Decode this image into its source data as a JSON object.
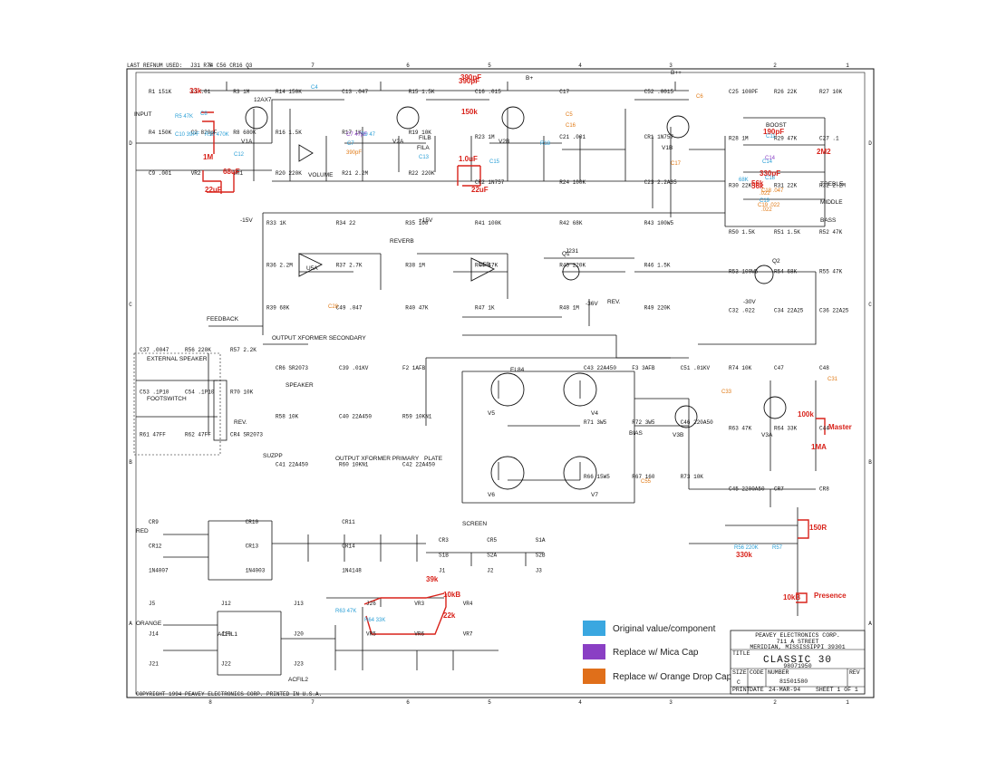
{
  "header": {
    "refnum": "LAST REFNUM USED:",
    "refvals": "J31 R74 C56 CR16 Q3"
  },
  "grid": {
    "cols": [
      "8",
      "7",
      "6",
      "5",
      "4",
      "3",
      "2",
      "1"
    ],
    "rows": [
      "D",
      "C",
      "B",
      "A"
    ]
  },
  "tubes": [
    "V1A",
    "V2A",
    "V2B",
    "V1B",
    "V3B",
    "V3A",
    "V4",
    "V5",
    "V6",
    "V7",
    "U5A",
    "U5B",
    "Q1",
    "Q2",
    "12AX7",
    "EL84",
    "J231"
  ],
  "component_labels": [
    "R1 151K",
    "C1 .01",
    "R3 1M",
    "R4 150K",
    "C2 820pF",
    "R8 680K",
    "C9 .001",
    "VR2",
    "VR1",
    "R14 150K",
    "C13 .047",
    "R15 1.5K",
    "R16 1.5K",
    "R17 1K",
    "R19 10K",
    "R20 220K",
    "R21 2.2M",
    "R22 220K",
    "C16 .015",
    "C17",
    "C52 .0015",
    "R23 1M",
    "C21 .001",
    "CR1 1N757",
    "CR2 1N757",
    "R24 100K",
    "C23 2.2A35",
    "C25 100PF",
    "R26 22K",
    "R27 10K",
    "R28 1M",
    "R29 47K",
    "C27 .1",
    "R30 22K",
    "R31 22K",
    "R32 2.2M",
    "R33 1K",
    "R34 22",
    "R35 100",
    "R36 2.2M",
    "R37 2.7K",
    "R38 1M",
    "R39 68K",
    "C49 .047",
    "R40 47K",
    "R41 100K",
    "R42 68K",
    "R43 100W5",
    "R44 47K",
    "R45 220K",
    "R46 1.5K",
    "R47 1K",
    "R48 1M",
    "R49 220K",
    "R50 1.5K",
    "R51 1.5K",
    "R52 47K",
    "R53 100W5",
    "R54 68K",
    "R55 47K",
    "C32 .022",
    "C34 22A25",
    "C36 22A25",
    "C37 .0047",
    "R56 220K",
    "R57 2.2K",
    "C53 .1P10",
    "C54 .1P10",
    "R70 10K",
    "R61 47FF",
    "R62 47FF",
    "CR4 SR2073",
    "CR6 SR2073",
    "C39 .01KV",
    "F2 1AFB",
    "R58 10K",
    "C40 22A450",
    "R59 10KN1",
    "C41 22A450",
    "R60 10KN1",
    "C42 22A450",
    "C43 22A450",
    "F3 3AFB",
    "C51 .01KV",
    "R71 3W5",
    "R72 3W5",
    "C46 220A50",
    "R66 15W5",
    "R67 160",
    "R73 10K",
    "R74 10K",
    "C47",
    "C48",
    "R63 47K",
    "R64 33K",
    "C44",
    "C45 2200A50",
    "CR7",
    "CR8",
    "CR9",
    "CR10",
    "CR11",
    "CR12",
    "CR13",
    "CR14",
    "1N4007",
    "1N4003",
    "1N4148",
    "CR3",
    "CR5",
    "S1A",
    "S1B",
    "S2A",
    "S2B",
    "J1",
    "J2",
    "J3",
    "J5",
    "J12",
    "J13",
    "J14",
    "J19",
    "J20",
    "J21",
    "J22",
    "J23",
    "J26",
    "VR3",
    "VR4",
    "VR5",
    "VR6",
    "VR7"
  ],
  "net_labels": [
    "B+",
    "B++",
    "-15V",
    "+15V",
    "-36V",
    "-30V",
    "REVERB",
    "FEEDBACK",
    "SPEAKER",
    "OUTPUT XFORMER SECONDARY",
    "OUTPUT XFORMER PRIMARY",
    "PLATE",
    "SCREEN",
    "BIAS",
    "EXTERNAL SPEAKER",
    "FOOTSWITCH",
    "RED",
    "ORANGE",
    "ACFIL1",
    "ACFIL2",
    "FILA",
    "FILB",
    "INPUT",
    "REV.",
    "SUZPP",
    "VOLUME",
    "TREBLE",
    "MIDDLE",
    "BASS",
    "BOOST",
    "REV."
  ],
  "mods": {
    "red": [
      "33k",
      "1M",
      "68uF",
      "22uF",
      "390pF",
      "150k",
      "1.0uF",
      "22uF",
      "190pF",
      "2M2",
      "56k",
      "100k",
      "Master",
      "1MA",
      "150R",
      "330k",
      "Presence",
      "39k",
      "10kB",
      "22k",
      "10kB"
    ],
    "blue": [
      "R5 47K",
      "C8",
      "C10 39PF",
      "R10 470K",
      "C12",
      "C4",
      "C7",
      "R9 47",
      "C14",
      "C15",
      "R18",
      "C11",
      "C18",
      "C19",
      "R56 220K",
      "R57",
      "R63 47K",
      "R64 33K",
      "C13"
    ],
    "purple": [
      "C7 47pF",
      "C14"
    ],
    "orange": [
      "C5",
      "C6",
      "C31",
      "C33",
      "C19 .022",
      "C18 .047",
      "C16",
      "C28",
      "C17",
      "C55"
    ]
  },
  "mod_values_extra": {
    "r_top": "390pF",
    "c7_val": "390pF",
    "r19_val": "68K",
    "r19_new": "56k",
    "c14_val": "330pF",
    "c18_val": ".022",
    "c19_val": ".022"
  },
  "legend": {
    "items": [
      {
        "label": "Original value/component",
        "color": "#3aa7e0"
      },
      {
        "label": "Replace w/ Mica Cap",
        "color": "#8a3fc4"
      },
      {
        "label": "Replace w/ Orange Drop Cap",
        "color": "#e06f1a"
      }
    ]
  },
  "title_block": {
    "company": "PEAVEY ELECTRONICS CORP.",
    "street": "711 A STREET",
    "city": "MERIDIAN, MISSISSIPPI 39301",
    "title_label": "TITLE",
    "title": "CLASSIC 30",
    "drawing_no": "98071950",
    "size_label": "SIZE",
    "size": "C",
    "code_label": "CODE",
    "number_label": "NUMBER",
    "number": "81501580",
    "rev_label": "REV",
    "print_label": "PRINT",
    "date_label": "DATE",
    "date": "24-MAR-94",
    "sheet": "SHEET 1 OF 1"
  },
  "copyright": "COPYRIGHT 1994 PEAVEY ELECTRONICS CORP. PRINTED IN U.S.A."
}
